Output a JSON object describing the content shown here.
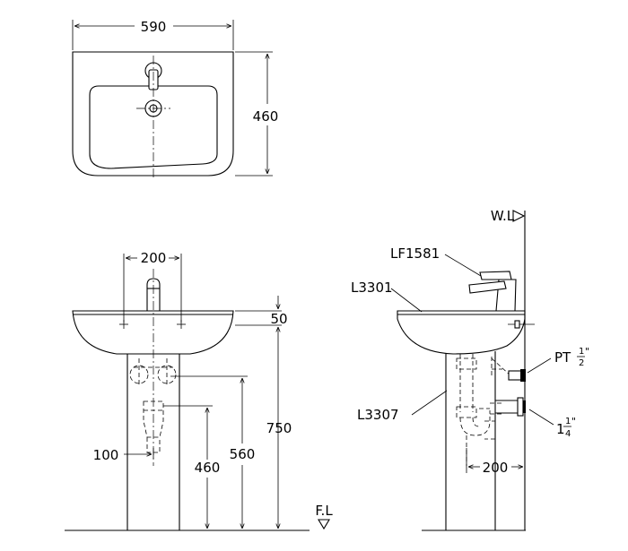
{
  "top_view": {
    "width_label": "590",
    "depth_label": "460"
  },
  "front_view": {
    "tap_spacing_label": "200",
    "rim_thickness_label": "50",
    "rim_height_label": "750",
    "inlet_height_label": "560",
    "waste_height_label": "460",
    "waste_offset_label": "100"
  },
  "side_view": {
    "wall_line_label": "W.L",
    "floor_line_label": "F.L",
    "faucet_code": "LF1581",
    "basin_code": "L3301",
    "pedestal_code": "L3307",
    "inlet_thread_label": "PT",
    "inlet_thread_fraction": {
      "num": "1",
      "den": "2",
      "suffix": "\""
    },
    "waste_size_label": "1",
    "waste_size_fraction": {
      "num": "1",
      "den": "4",
      "suffix": "\""
    },
    "waste_projection_label": "200"
  }
}
